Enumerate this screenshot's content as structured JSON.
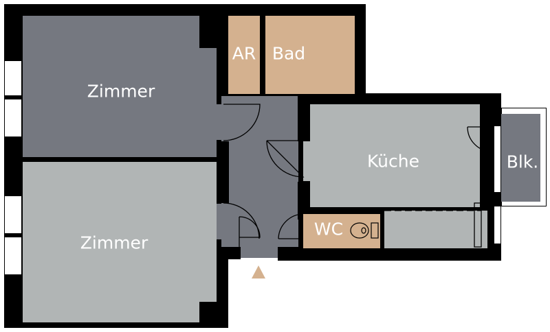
{
  "floorplan": {
    "rooms": [
      {
        "id": "zimmer-1",
        "label": "Zimmer",
        "fill": "#757880"
      },
      {
        "id": "zimmer-2",
        "label": "Zimmer",
        "fill": "#b1b5b5"
      },
      {
        "id": "ar",
        "label": "AR",
        "fill": "#d4b18f"
      },
      {
        "id": "bad",
        "label": "Bad",
        "fill": "#d4b18f"
      },
      {
        "id": "kueche",
        "label": "Küche",
        "fill": "#b1b5b5"
      },
      {
        "id": "wc",
        "label": "WC",
        "fill": "#d4b18f"
      },
      {
        "id": "balkon",
        "label": "Blk.",
        "fill": "#757880"
      },
      {
        "id": "flur",
        "label": "",
        "fill": "#757880"
      }
    ],
    "entrance_marker_color": "#d4b18f",
    "wall_color": "#000000"
  }
}
